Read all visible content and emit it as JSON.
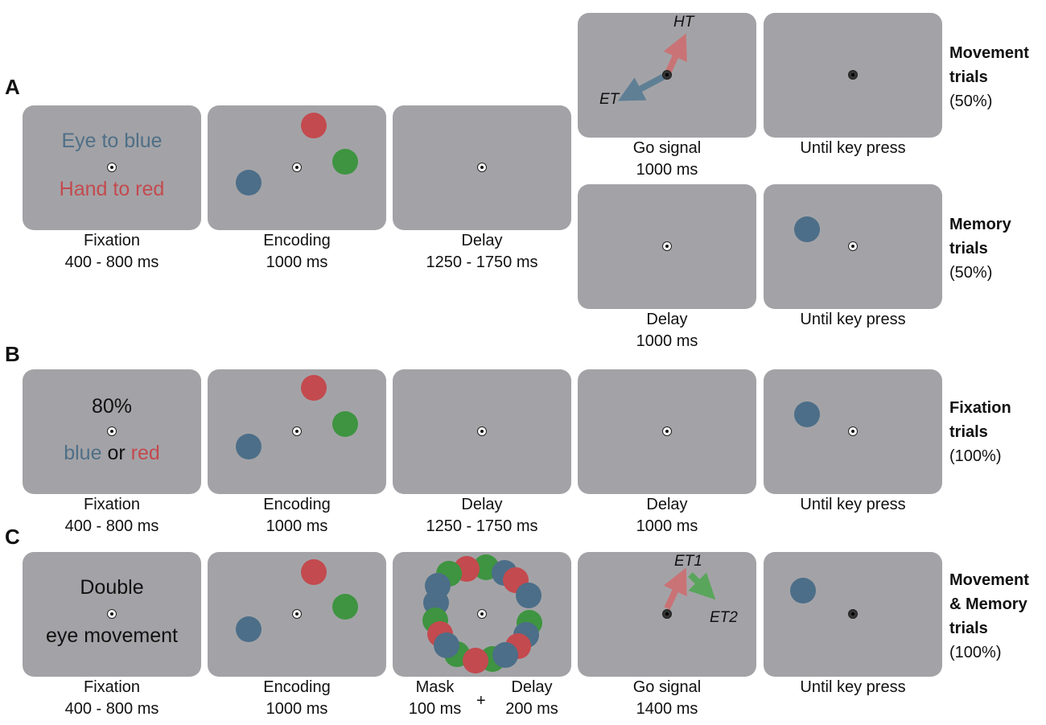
{
  "panels": {
    "a": "A",
    "b": "B",
    "c": "C"
  },
  "colors": {
    "screen": "#a3a3a7",
    "blue": "#4c6e88",
    "red": "#c34a4e",
    "green": "#3e9440"
  },
  "row_a": {
    "instr_eye": "Eye to blue",
    "instr_hand": "Hand to red",
    "fixation": {
      "name": "Fixation",
      "time": "400 - 800 ms"
    },
    "encoding": {
      "name": "Encoding",
      "time": "1000 ms"
    },
    "delay": {
      "name": "Delay",
      "time": "1250 - 1750 ms"
    },
    "go_signal": {
      "name": "Go signal",
      "time": "1000 ms"
    },
    "until_top": "Until key press",
    "delay2": {
      "name": "Delay",
      "time": "1000 ms"
    },
    "until_bottom": "Until key press",
    "ht": "HT",
    "et": "ET",
    "movement_trials": {
      "line1": "Movement",
      "line2": "trials",
      "pct": "(50%)"
    },
    "memory_trials": {
      "line1": "Memory",
      "line2": "trials",
      "pct": "(50%)"
    }
  },
  "row_b": {
    "instr_pct": "80%",
    "instr_blue": "blue",
    "instr_or": "or",
    "instr_red": "red",
    "fixation": {
      "name": "Fixation",
      "time": "400 - 800 ms"
    },
    "encoding": {
      "name": "Encoding",
      "time": "1000 ms"
    },
    "delay": {
      "name": "Delay",
      "time": "1250 - 1750 ms"
    },
    "delay2": {
      "name": "Delay",
      "time": "1000 ms"
    },
    "until": "Until key press",
    "fixation_trials": {
      "line1": "Fixation",
      "line2": "trials",
      "pct": "(100%)"
    }
  },
  "row_c": {
    "instr_line1": "Double",
    "instr_line2": "eye movement",
    "fixation": {
      "name": "Fixation",
      "time": "400 - 800 ms"
    },
    "encoding": {
      "name": "Encoding",
      "time": "1000 ms"
    },
    "mask": {
      "name": "Mask",
      "time": "100 ms"
    },
    "plus": "+",
    "delay": {
      "name": "Delay",
      "time": "200 ms"
    },
    "go_signal": {
      "name": "Go signal",
      "time": "1400 ms"
    },
    "until": "Until key press",
    "et1": "ET1",
    "et2": "ET2",
    "trials": {
      "line1": "Movement",
      "line2": "& Memory",
      "line3": "trials",
      "pct": "(100%)"
    }
  }
}
